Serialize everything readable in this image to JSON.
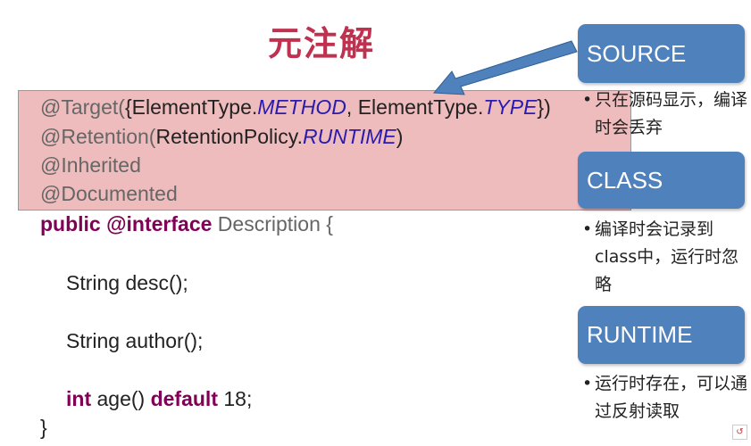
{
  "slide": {
    "title": "元注解",
    "annotations": [
      {
        "at": "@Target(",
        "plain": "{ElementType.",
        "italic1": "METHOD",
        "mid": ", ElementType.",
        "italic2": "TYPE",
        "end": "})"
      },
      {
        "at": "@Retention(",
        "plain": "RetentionPolicy.",
        "italic1": "RUNTIME",
        "end": ")"
      },
      {
        "at": "@Inherited"
      },
      {
        "at": "@Documented"
      }
    ],
    "code": {
      "kw1": "public @interface",
      "name": " Description {",
      "line2": "String desc();",
      "line3": "String author();",
      "kw_int": "int",
      "age": " age() ",
      "kw_default": "default",
      "age_val": " 18;",
      "close": "}"
    },
    "policies": [
      {
        "label": "SOURCE",
        "desc": "只在源码显示，编译时会丢弃"
      },
      {
        "label": "CLASS",
        "desc": "编译时会记录到class中，运行时忽略"
      },
      {
        "label": "RUNTIME",
        "desc": "运行时存在，可以通过反射读取"
      }
    ],
    "colors": {
      "title": "#c0304f",
      "box": "#4f81bd",
      "highlight": "#efbcbe",
      "keyword": "#7f0055",
      "enum": "#2a1bb0"
    }
  }
}
